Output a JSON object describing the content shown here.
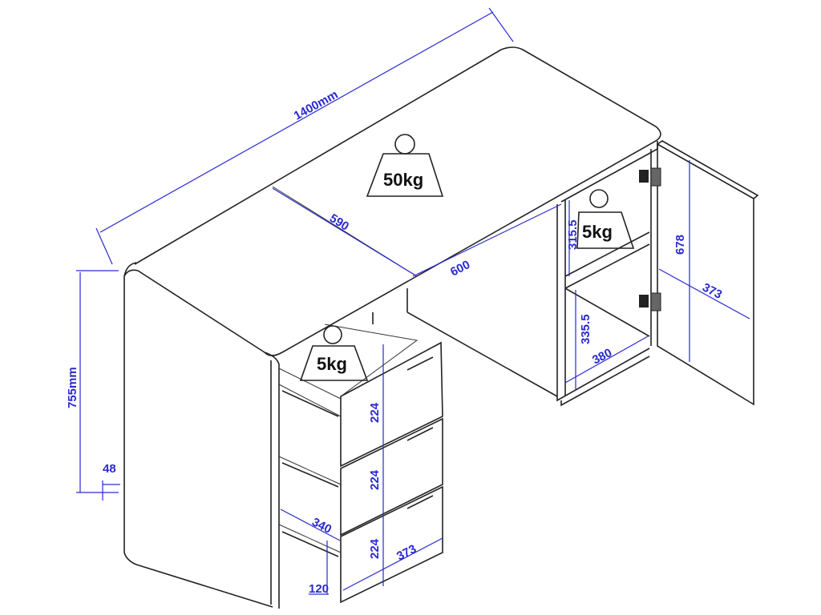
{
  "dimensions": {
    "width": "1400mm",
    "depth": "590",
    "knee_space": "600",
    "height": "755mm",
    "base": "48",
    "drawer_heights": [
      "224",
      "224",
      "224"
    ],
    "drawer_width": "373",
    "drawer_depth": "340",
    "drawer_inner_height": "120",
    "shelf_upper": "315.5",
    "shelf_lower": "335.5",
    "shelf_depth": "380",
    "door_height": "678",
    "door_width": "373"
  },
  "loads": {
    "top": "50kg",
    "shelf": "5kg",
    "drawer": "5kg"
  },
  "colors": {
    "dimension": "#2a2ad0",
    "outline": "#222222"
  }
}
